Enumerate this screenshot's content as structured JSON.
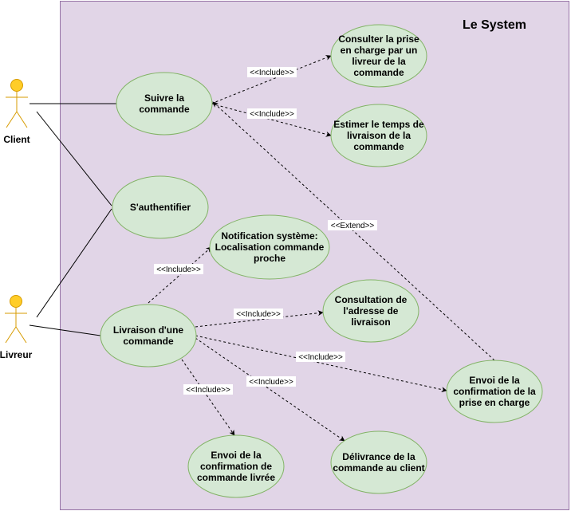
{
  "system": {
    "title": "Le System"
  },
  "actors": {
    "client": "Client",
    "livreur": "Livreur"
  },
  "use_cases": {
    "suivre": [
      "Suivre la",
      "commande"
    ],
    "consulter_prise": [
      "Consulter la prise",
      "en charge par un",
      "livreur de la",
      "commande"
    ],
    "estimer": [
      "Estimer le temps de",
      "livraison de la",
      "commande"
    ],
    "authentifier": [
      "S'authentifier"
    ],
    "notification": [
      "Notification système:",
      "Localisation commande",
      "proche"
    ],
    "livraison": [
      "Livraison d'une",
      "commande"
    ],
    "consultation_adresse": [
      "Consultation de",
      "l'adresse de",
      "livraison"
    ],
    "envoi_prise": [
      "Envoi de la",
      "confirmation de la",
      "prise en charge"
    ],
    "envoi_livree": [
      "Envoi de la",
      "confirmation de",
      "commande livrée"
    ],
    "delivrance": [
      "Délivrance de la",
      "commande au client"
    ]
  },
  "stereotypes": {
    "include": "<<Include>>",
    "extend": "<<Extend>>"
  },
  "colors": {
    "system_fill": "#e1d5e7",
    "system_border": "#9673a6",
    "usecase_fill": "#d5e8d4",
    "usecase_border": "#82b366",
    "actor_fill": "#ffcd28",
    "actor_border": "#d79b00"
  }
}
